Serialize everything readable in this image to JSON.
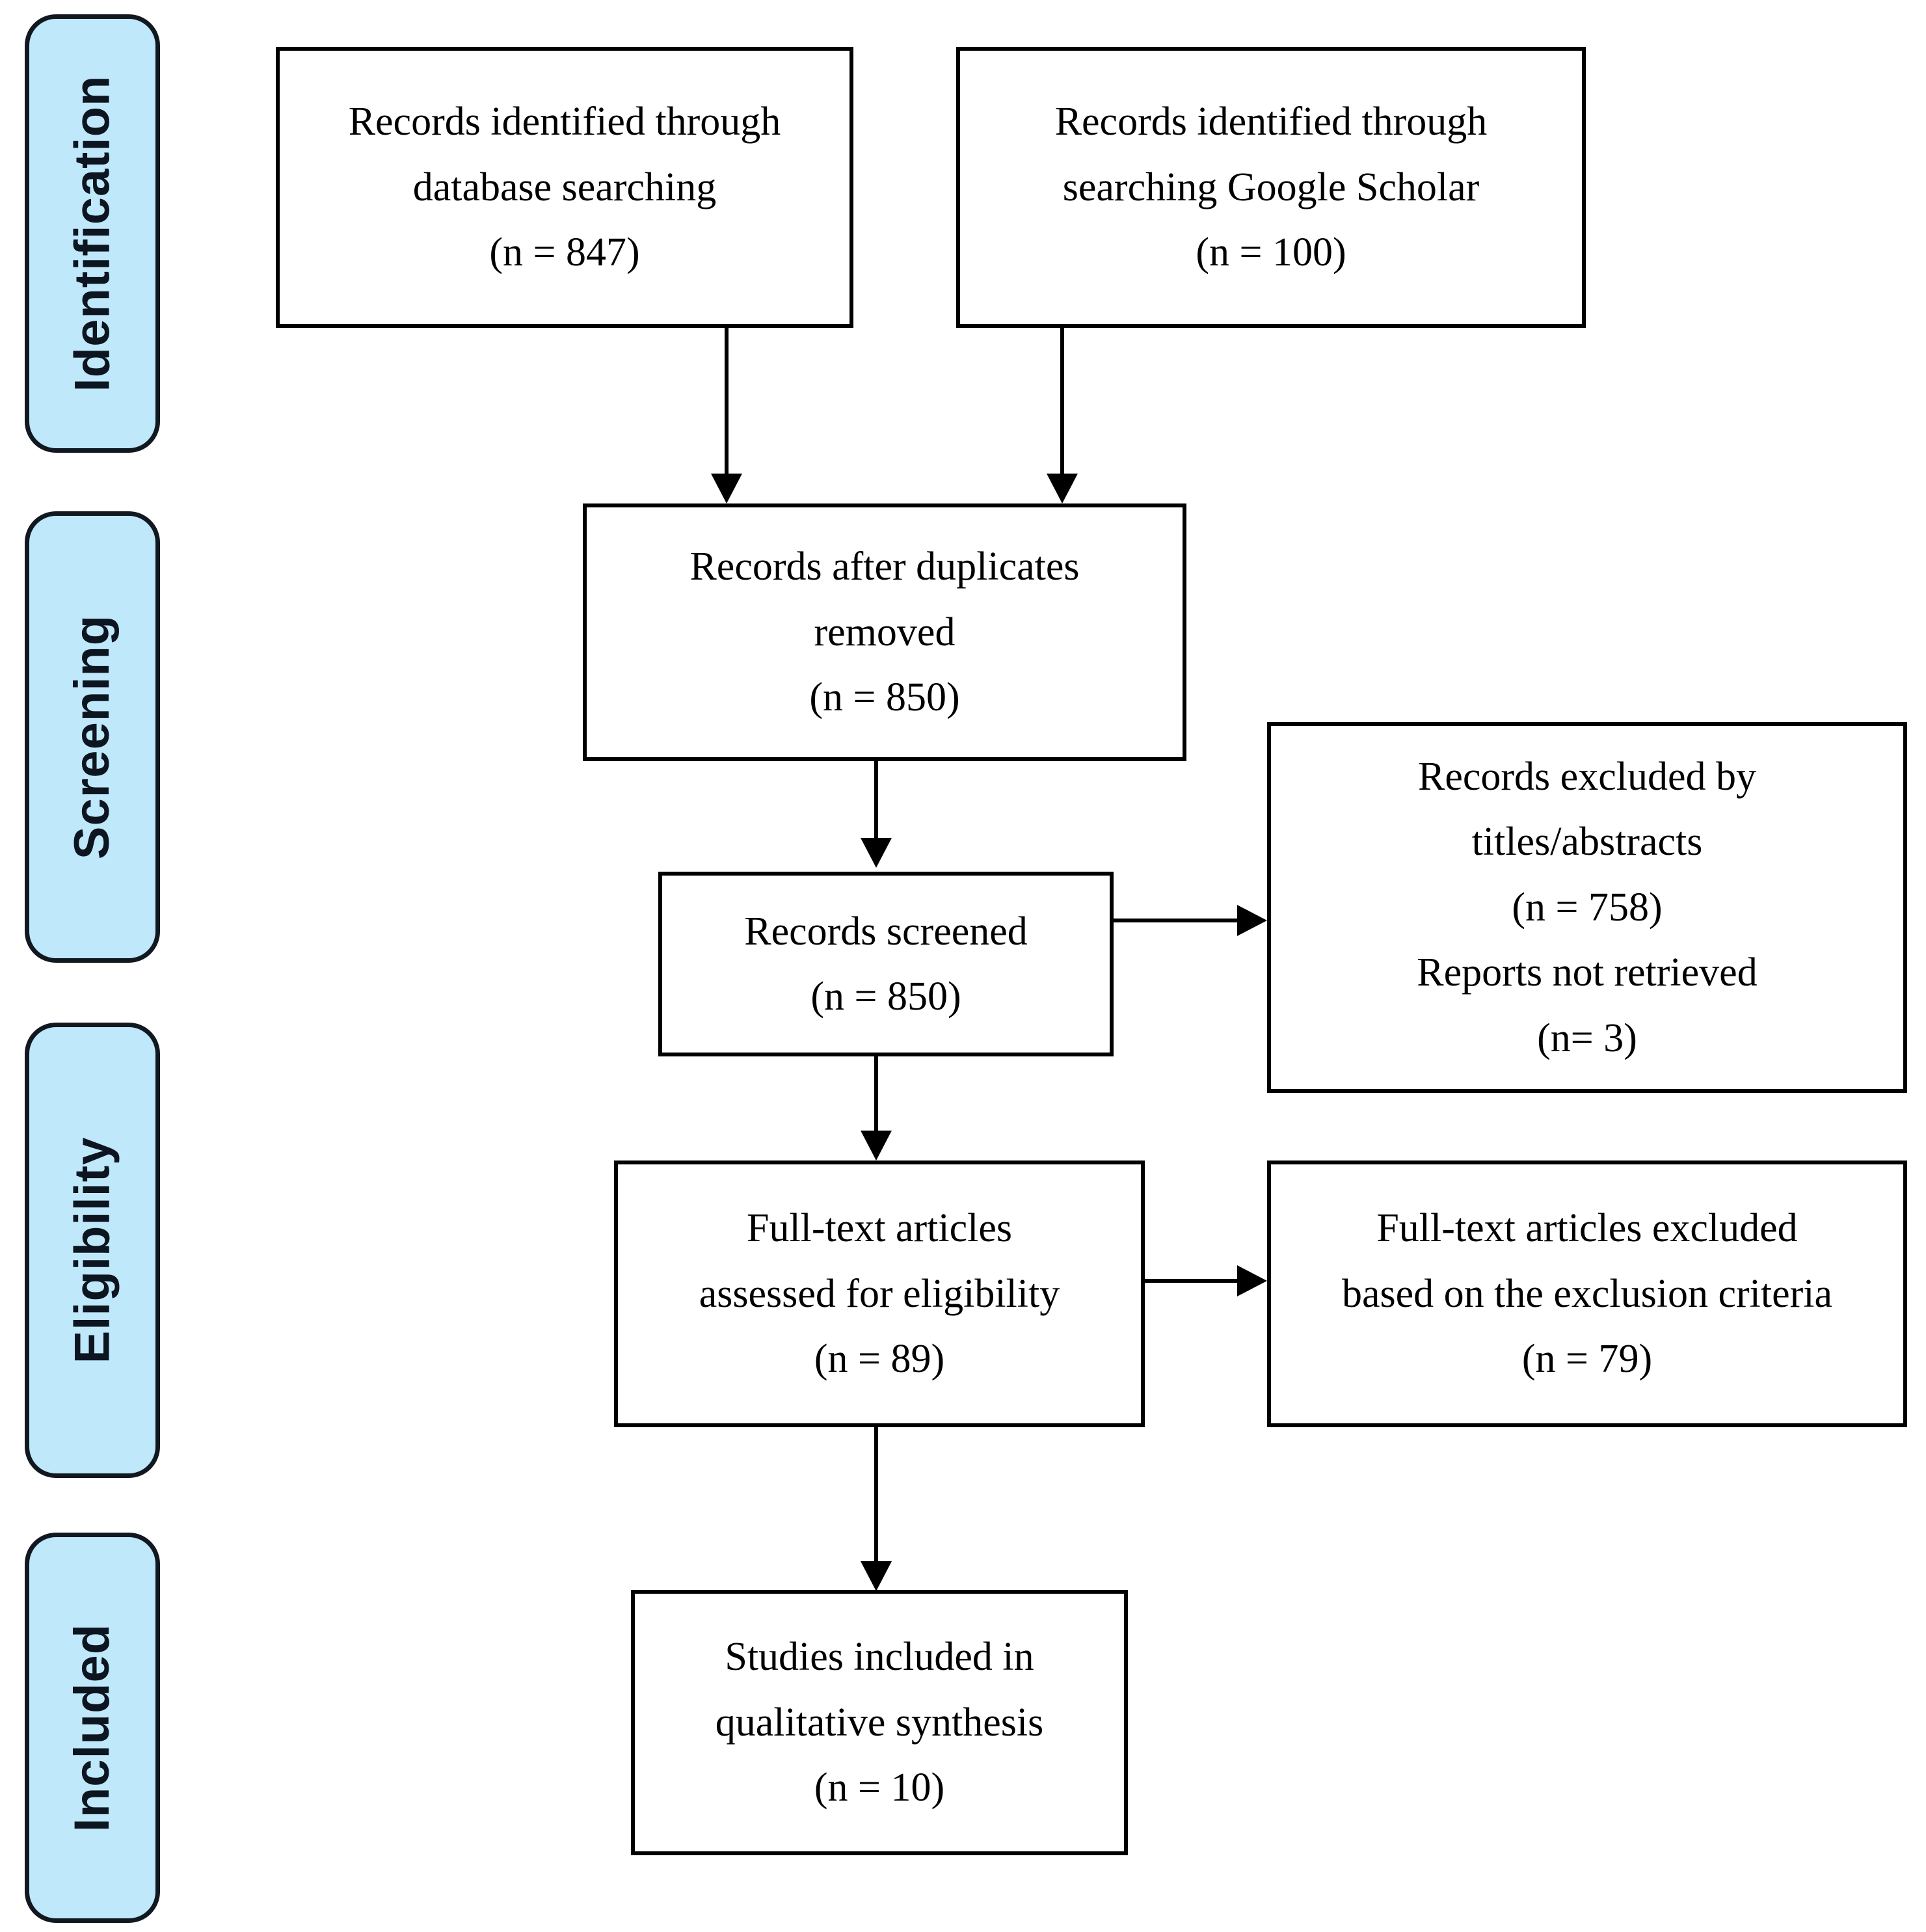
{
  "diagram": {
    "type": "PRISMA flow diagram",
    "accent_color": "#BFE8FA",
    "border_color": "#000000",
    "background_color": "#FFFFFF"
  },
  "stages": [
    {
      "id": "identification",
      "label": "Identification"
    },
    {
      "id": "screening",
      "label": "Screening"
    },
    {
      "id": "eligibility",
      "label": "Eligibility"
    },
    {
      "id": "included",
      "label": "Included"
    }
  ],
  "nodes": {
    "database_search": {
      "line1": "Records identified through",
      "line2": "database searching",
      "line3": "(n = 847)",
      "count": 847
    },
    "google_scholar": {
      "line1": "Records identified through",
      "line2": "searching Google Scholar",
      "line3": "(n = 100)",
      "count": 100
    },
    "duplicates_removed": {
      "line1": "Records after duplicates",
      "line2": "removed",
      "line3": "(n = 850)",
      "count": 850
    },
    "records_screened": {
      "line1": "Records screened",
      "line2": "(n = 850)",
      "count": 850
    },
    "records_excluded": {
      "line1": "Records excluded by",
      "line2": "titles/abstracts",
      "line3": "(n = 758)",
      "line4": "Reports not retrieved",
      "line5": "(n= 3)",
      "count_excluded": 758,
      "count_not_retrieved": 3
    },
    "fulltext_assessed": {
      "line1": "Full-text articles",
      "line2": "assessed for eligibility",
      "line3": "(n = 89)",
      "count": 89
    },
    "fulltext_excluded": {
      "line1": "Full-text articles excluded",
      "line2": "based on the exclusion criteria",
      "line3": "(n = 79)",
      "count": 79
    },
    "studies_included": {
      "line1": "Studies included in",
      "line2": "qualitative synthesis",
      "line3": "(n = 10)",
      "count": 10
    }
  }
}
